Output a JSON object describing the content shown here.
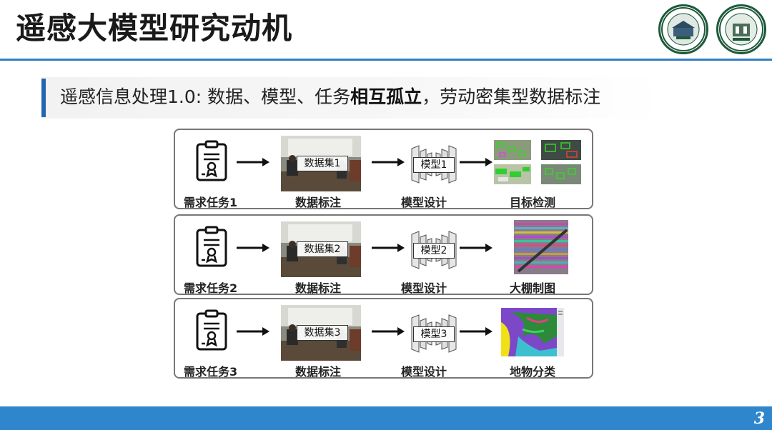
{
  "title": "遥感大模型研究动机",
  "subtitle": {
    "prefix": "遥感信息处理1.0: 数据、模型、任务",
    "bold": "相互孤立",
    "suffix": "，劳动密集型数据标注"
  },
  "logos": {
    "left": "university-seal",
    "right": "sigma-seal"
  },
  "rows": [
    {
      "task_label": "需求任务1",
      "dataset_tag": "数据集1",
      "annotate_label": "数据标注",
      "model_tag": "模型1",
      "design_label": "模型设计",
      "result_label": "目标检测"
    },
    {
      "task_label": "需求任务2",
      "dataset_tag": "数据集2",
      "annotate_label": "数据标注",
      "model_tag": "模型2",
      "design_label": "模型设计",
      "result_label": "大棚制图"
    },
    {
      "task_label": "需求任务3",
      "dataset_tag": "数据集3",
      "annotate_label": "数据标注",
      "model_tag": "模型3",
      "design_label": "模型设计",
      "result_label": "地物分类"
    }
  ],
  "page_number": "3",
  "colors": {
    "accent": "#2f86cc",
    "subtitle_bar": "#2365b2"
  }
}
